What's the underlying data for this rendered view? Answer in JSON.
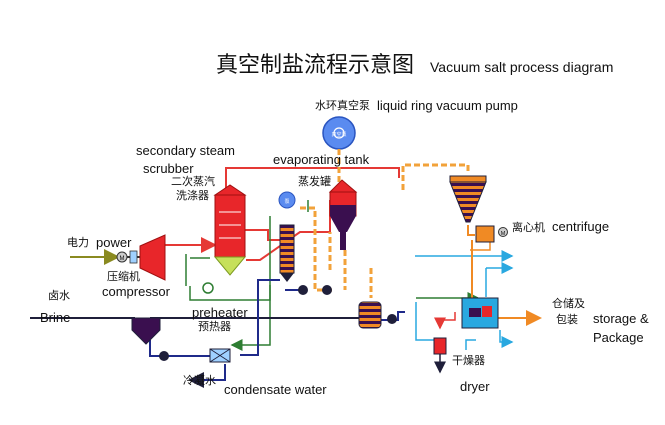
{
  "title": {
    "zh": "真空制盐流程示意图",
    "en": "Vacuum salt process diagram"
  },
  "labels": {
    "vacuum_pump_zh": "水环真空泵",
    "vacuum_pump_en": "liquid ring vacuum pump",
    "secondary_en_line1": "secondary steam",
    "secondary_en_line2": "scrubber",
    "secondary_zh_line1": "二次蒸汽",
    "secondary_zh_line2": "洗涤器",
    "evaporating_en": "evaporating tank",
    "evaporating_zh": "蒸发罐",
    "power_zh": "电力",
    "power_en": "power",
    "compressor_zh": "压缩机",
    "compressor_en": "compressor",
    "brine_zh": "卤水",
    "brine_en": "Brine",
    "preheater_en": "preheater",
    "preheater_zh": "预热器",
    "condensate_zh": "冷凝水",
    "condensate_en": "condensate water",
    "centrifuge_zh": "离心机",
    "centrifuge_en": "centrifuge",
    "storage_zh_line1": "仓储及",
    "storage_zh_line2": "包装",
    "storage_en_line1": "storage &",
    "storage_en_line2": "Package",
    "dryer_zh": "干燥器",
    "dryer_en": "dryer",
    "motor_symbol": "M",
    "pump_glyph": "真空泵",
    "small_pump_glyph": "泵"
  },
  "colors": {
    "steam": "#e53935",
    "vapor_dashed": "#f2a23a",
    "condensate": "#1f2a8a",
    "brine": "#1f1f3a",
    "water": "#29a8e0",
    "salt_orange": "#f08a24",
    "equipment_red": "#e8262a",
    "product_purple": "#3a0f4f",
    "green_line": "#2e7d32",
    "lime": "#c6e05a",
    "pump_blue": "#5a8bf0"
  }
}
